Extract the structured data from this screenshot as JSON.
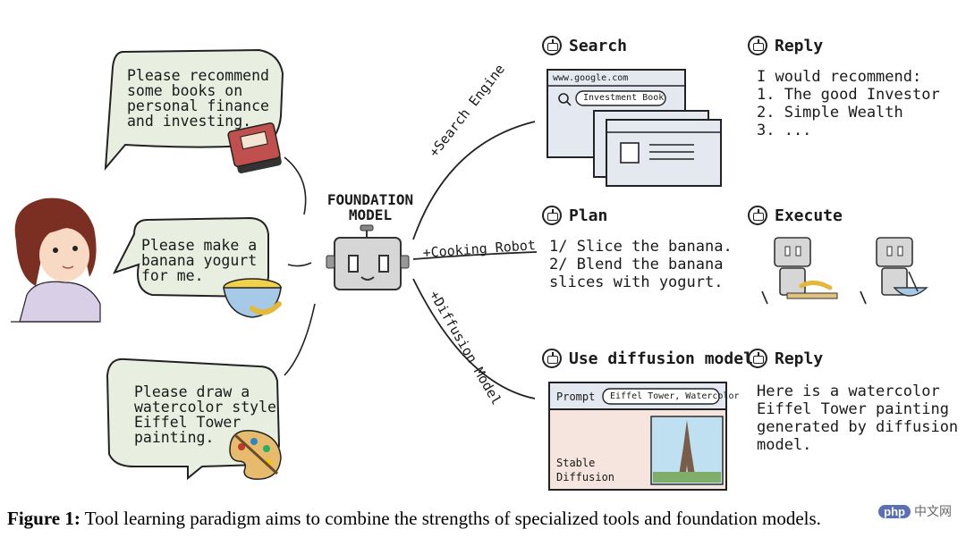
{
  "bubbles": [
    {
      "text": "Please recommend\nsome books on\npersonal finance\nand investing."
    },
    {
      "text": "Please make a\nbanana yogurt\nfor me."
    },
    {
      "text": "Please draw a\nwatercolor style\nEiffel Tower\npainting."
    }
  ],
  "center": {
    "title_line1": "FOUNDATION",
    "title_line2": "MODEL"
  },
  "branches": {
    "search_engine": "+Search Engine",
    "cooking_robot": "+Cooking Robot",
    "diffusion_model": "+Diffusion Model"
  },
  "rows": {
    "search": {
      "title": "Search",
      "url": "www.google.com",
      "query": "Investment Book",
      "reply_title": "Reply",
      "reply_text": "I would recommend:\n1. The good Investor\n2. Simple Wealth\n3. ..."
    },
    "plan": {
      "title": "Plan",
      "plan_text": "1/  Slice the banana.\n2/  Blend the banana\nslices with yogurt.",
      "execute_title": "Execute"
    },
    "diffusion": {
      "title": "Use diffusion model",
      "prompt_label": "Prompt",
      "prompt_value": "Eiffel Tower, Watercolor",
      "model_name": "Stable\nDiffusion",
      "reply_title": "Reply",
      "reply_text": "Here is a watercolor\nEiffel Tower painting\ngenerated by diffusion\nmodel."
    }
  },
  "caption": {
    "label": "Figure 1:",
    "text": " Tool learning paradigm aims to combine the strengths of specialized tools and foundation models."
  },
  "watermark": {
    "badge": "php",
    "text": "中文网"
  }
}
